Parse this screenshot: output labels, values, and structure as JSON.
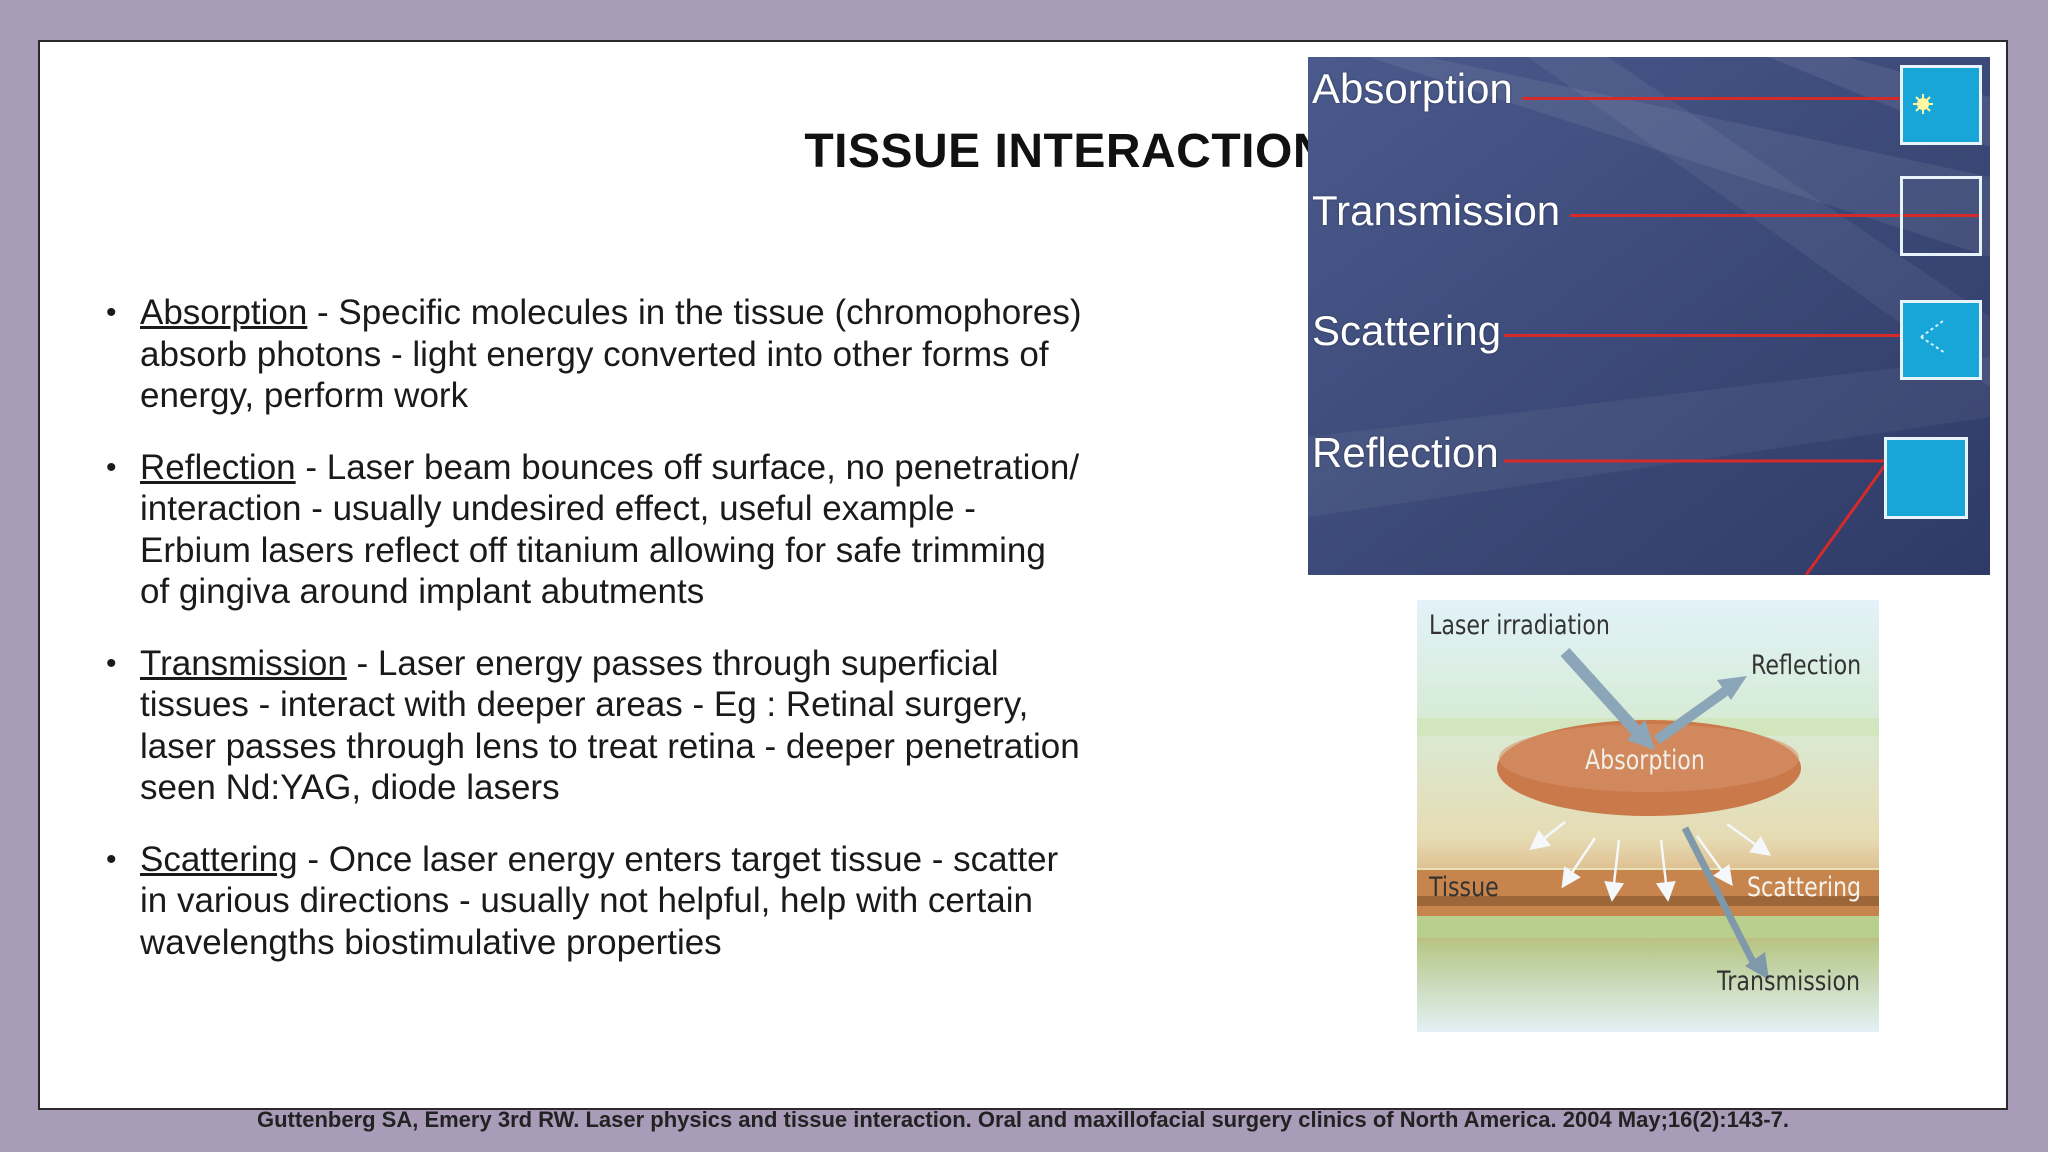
{
  "slide": {
    "title": "TISSUE INTERACTION",
    "bullets": [
      {
        "term": "Absorption",
        "text": " - Specific molecules in the tissue (chromophores) absorb photons - light energy converted into other forms of energy, perform work"
      },
      {
        "term": "Reflection",
        "text": " - Laser beam bounces off surface, no penetration/ interaction - usually undesired effect, useful example - Erbium lasers reflect off titanium allowing for safe trimming of gingiva around implant abutments"
      },
      {
        "term": "Transmission",
        "text": " - Laser energy passes through superficial tissues - interact with deeper areas - Eg : Retinal surgery, laser passes through lens to treat retina - deeper penetration seen Nd:YAG, diode lasers"
      },
      {
        "term": "Scattering",
        "text": " - Once laser energy enters target tissue - scatter in various directions - usually not helpful, help with certain wavelengths biostimulative properties"
      }
    ],
    "citation": "Guttenberg SA, Emery 3rd RW. Laser physics and tissue interaction. Oral and maxillofacial surgery clinics of North America. 2004 May;16(2):143-7."
  },
  "figure_top": {
    "labels": {
      "absorption": "Absorption",
      "transmission": "Transmission",
      "scattering": "Scattering",
      "reflection": "Reflection"
    },
    "colors": {
      "background": "#3f4d7c",
      "beam": "#d42a2a",
      "box": "#18a6d8"
    }
  },
  "figure_bottom": {
    "labels": {
      "laser_irradiation": "Laser irradiation",
      "reflection": "Reflection",
      "absorption": "Absorption",
      "tissue": "Tissue",
      "scattering": "Scattering",
      "transmission": "Transmission"
    }
  }
}
